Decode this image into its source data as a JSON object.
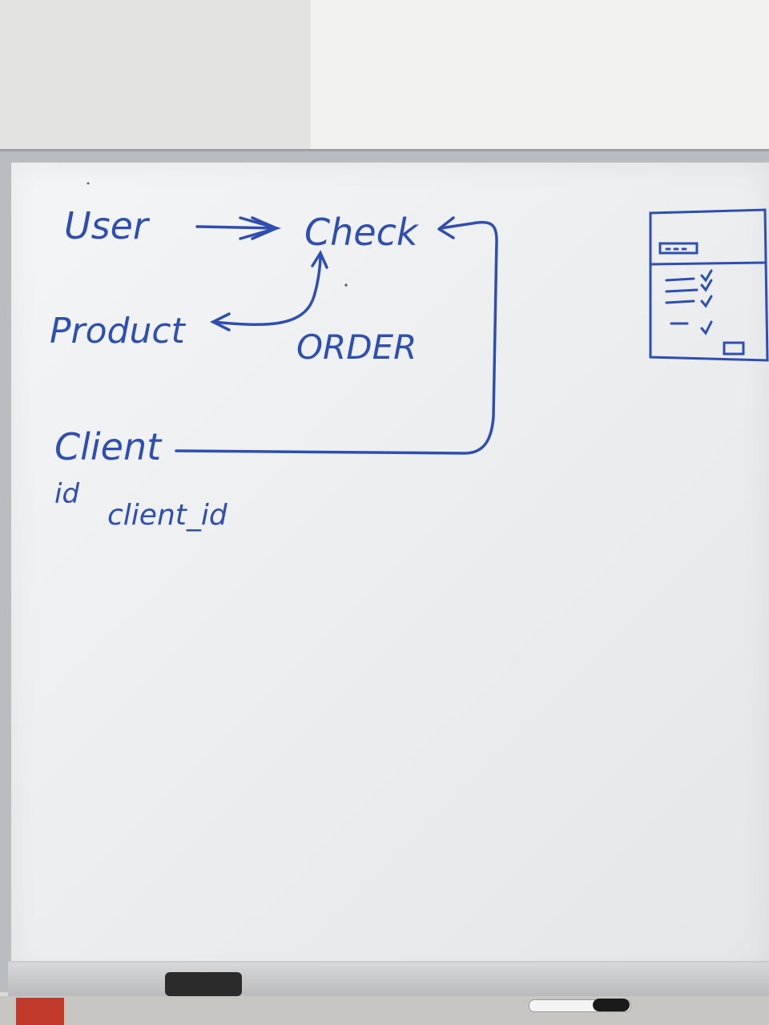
{
  "whiteboard": {
    "labels": {
      "user": "User",
      "check": "Check",
      "product": "Product",
      "order": "ORDER",
      "client": "Client",
      "id": "id",
      "client_id": "client_id"
    },
    "ink_color": "#2f4fb0"
  }
}
